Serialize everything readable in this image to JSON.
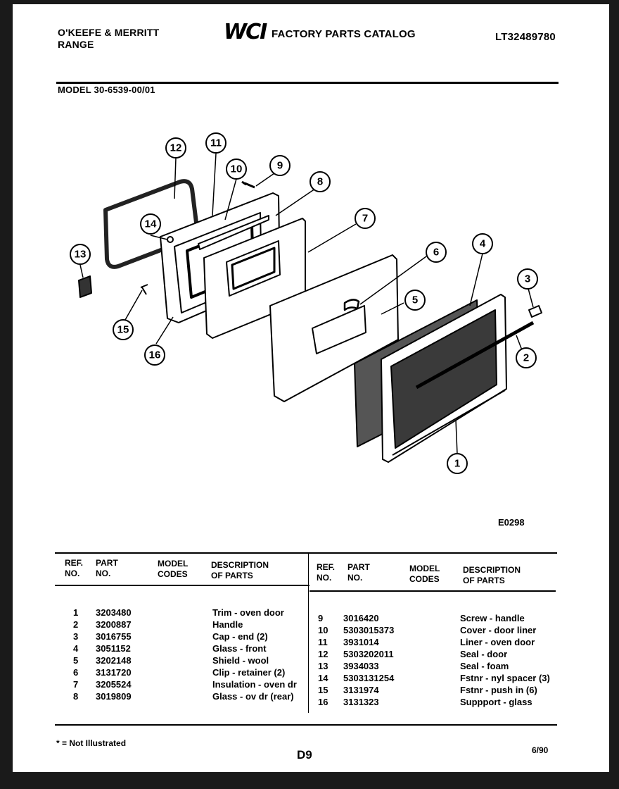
{
  "header": {
    "brand_line1": "O'KEEFE & MERRITT",
    "brand_line2": "RANGE",
    "logo_text": "WCI",
    "catalog_title": "FACTORY PARTS CATALOG",
    "doc_number": "LT32489780",
    "model_label": "MODEL 30-6539-00/01"
  },
  "diagram": {
    "figure_code": "E0298",
    "callouts": [
      "1",
      "2",
      "3",
      "4",
      "5",
      "6",
      "7",
      "8",
      "9",
      "10",
      "11",
      "12",
      "13",
      "14",
      "15",
      "16"
    ]
  },
  "table": {
    "headers": {
      "ref": [
        "REF.",
        "NO."
      ],
      "part": [
        "PART",
        "NO."
      ],
      "model": [
        "MODEL",
        "CODES"
      ],
      "desc": [
        "DESCRIPTION",
        "OF PARTS"
      ]
    },
    "left_rows": [
      {
        "ref": "1",
        "part": "3203480",
        "desc": "Trim - oven door"
      },
      {
        "ref": "2",
        "part": "3200887",
        "desc": "Handle"
      },
      {
        "ref": "3",
        "part": "3016755",
        "desc": "Cap - end (2)"
      },
      {
        "ref": "4",
        "part": "3051152",
        "desc": "Glass - front"
      },
      {
        "ref": "5",
        "part": "3202148",
        "desc": "Shield - wool"
      },
      {
        "ref": "6",
        "part": "3131720",
        "desc": "Clip - retainer (2)"
      },
      {
        "ref": "7",
        "part": "3205524",
        "desc": "Insulation - oven dr"
      },
      {
        "ref": "8",
        "part": "3019809",
        "desc": "Glass - ov dr (rear)"
      }
    ],
    "right_rows": [
      {
        "ref": "9",
        "part": "3016420",
        "desc": "Screw - handle"
      },
      {
        "ref": "10",
        "part": "5303015373",
        "desc": "Cover - door liner"
      },
      {
        "ref": "11",
        "part": "3931014",
        "desc": "Liner - oven door"
      },
      {
        "ref": "12",
        "part": "5303202011",
        "desc": "Seal - door"
      },
      {
        "ref": "13",
        "part": "3934033",
        "desc": "Seal - foam"
      },
      {
        "ref": "14",
        "part": "5303131254",
        "desc": "Fstnr - nyl spacer (3)"
      },
      {
        "ref": "15",
        "part": "3131974",
        "desc": "Fstnr - push in (6)"
      },
      {
        "ref": "16",
        "part": "3131323",
        "desc": "Suppport - glass"
      }
    ]
  },
  "footer": {
    "note": "* = Not Illustrated",
    "page_code": "D9",
    "date": "6/90"
  }
}
